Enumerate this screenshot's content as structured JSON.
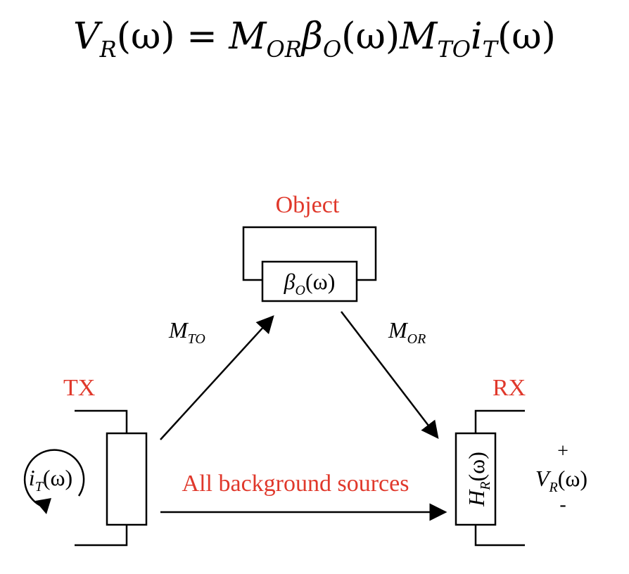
{
  "equation": {
    "lhs": "V",
    "lhs_sub": "R",
    "lhs_arg": "(ω) = ",
    "m1": "M",
    "m1_sub": "OR",
    "beta": "β",
    "beta_sub": "O",
    "beta_arg": "(ω)",
    "m2": "M",
    "m2_sub": "TO",
    "i": "i",
    "i_sub": "T",
    "i_arg": "(ω)"
  },
  "labels": {
    "object": "Object",
    "tx": "TX",
    "rx": "RX",
    "background": "All background sources"
  },
  "object_block": {
    "sym": "β",
    "sub": "O",
    "arg": "(ω)"
  },
  "m_to": {
    "sym": "M",
    "sub": "TO"
  },
  "m_or": {
    "sym": "M",
    "sub": "OR"
  },
  "current": {
    "sym": "i",
    "sub": "T",
    "arg": "(ω)"
  },
  "receiver_block": {
    "sym": "H",
    "sub": "R",
    "arg": "(ω)"
  },
  "voltage": {
    "plus": "+",
    "sym": "V",
    "sub": "R",
    "arg": "(ω)",
    "minus": "-"
  },
  "colors": {
    "accent": "#e0382b",
    "line": "#000000"
  }
}
